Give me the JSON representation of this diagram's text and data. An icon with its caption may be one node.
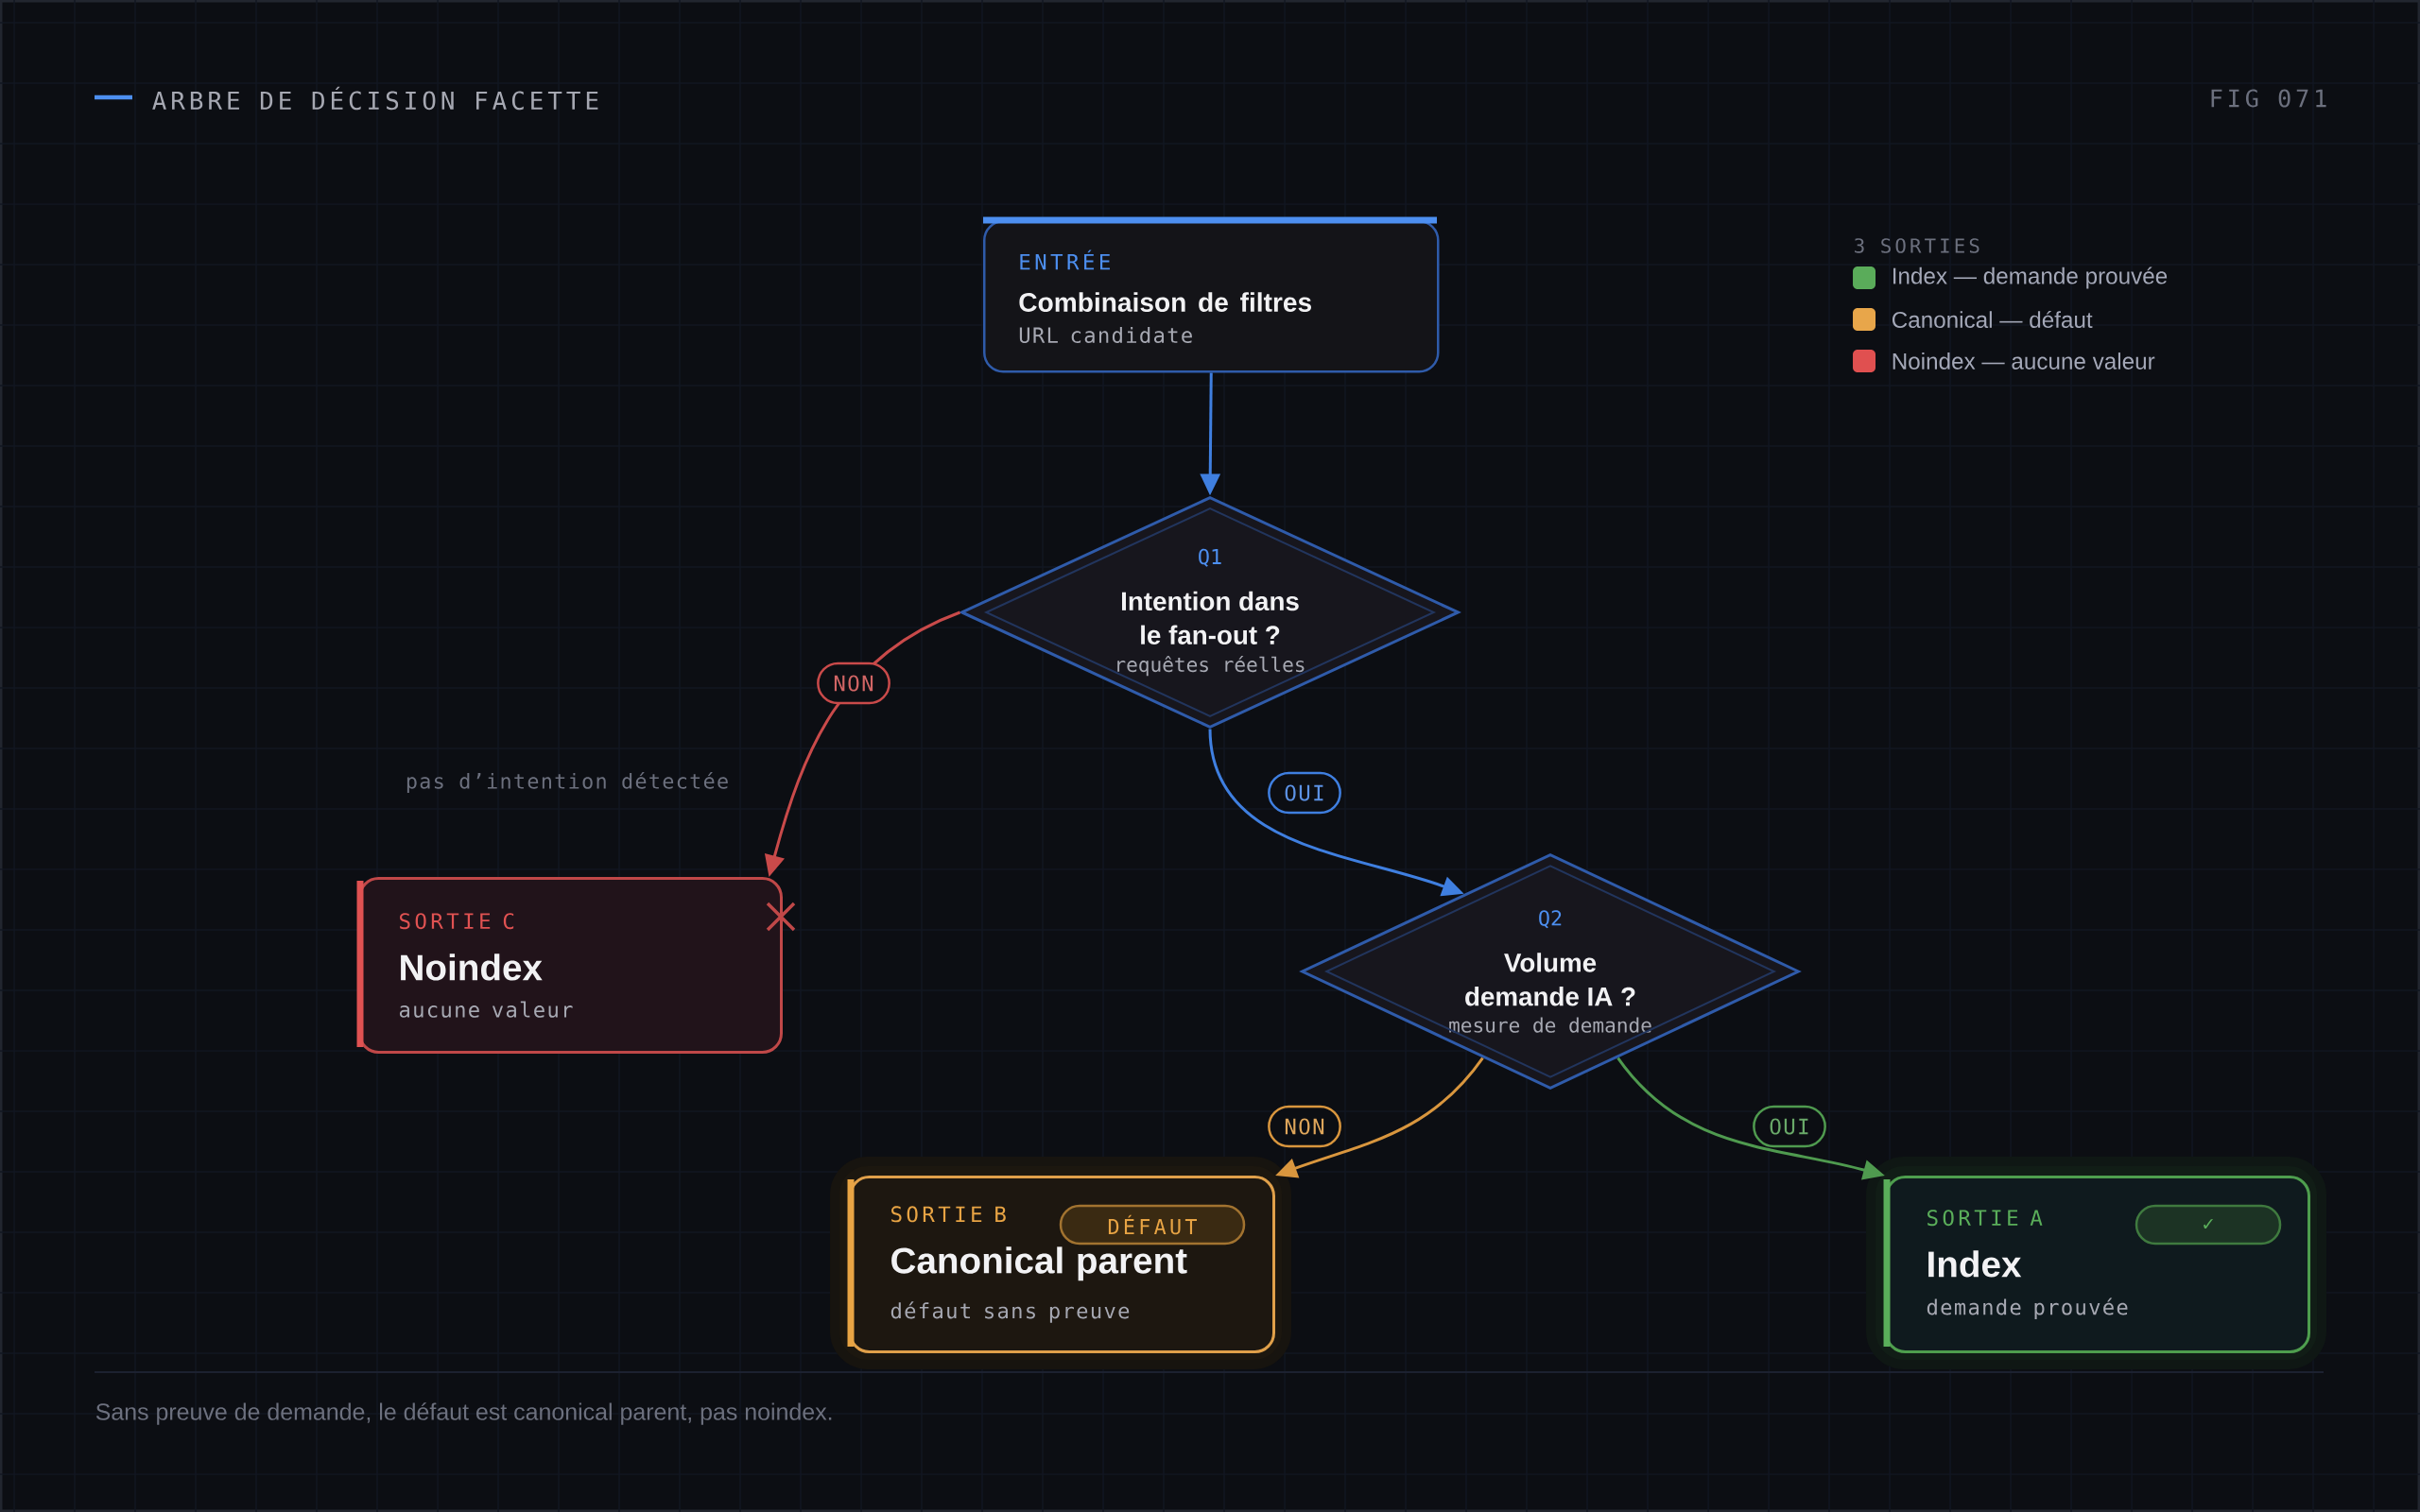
{
  "diagram": {
    "title": "ARBRE DE DÉCISION FACETTE",
    "caption": "Sans preuve de demande, le défaut est canonical parent, pas noindex.",
    "nodes": [
      {
        "text": [
          "ENTRÉE",
          "Combinaison de filtres",
          "URL candidate"
        ]
      },
      {
        "text": [
          "Q1",
          "Intention dans le fan-out ?",
          "requêtes réelles"
        ]
      },
      {
        "text": [
          "Q2",
          "Volume demande IA ?",
          "mesure de demande"
        ]
      },
      {
        "text": [
          "SORTIE C",
          "Noindex",
          "aucune valeur"
        ]
      },
      {
        "text": [
          "SORTIE B",
          "DÉFAUT",
          "Canonical parent",
          "défaut sans preuve"
        ]
      },
      {
        "text": [
          "SORTIE A",
          "✓",
          "Index",
          "demande prouvée"
        ]
      }
    ],
    "edges": [
      {
        "from": 0,
        "to": 1,
        "arrow": "to",
        "color": "#3f7fe0"
      },
      {
        "from": 1,
        "to": 3,
        "arrow": "to",
        "label": "NON",
        "color": "#c94a4a"
      },
      {
        "from": 1,
        "to": 2,
        "arrow": "to",
        "label": "OUI",
        "color": "#3f7fe0"
      },
      {
        "from": 2,
        "to": 4,
        "arrow": "to",
        "label": "NON",
        "color": "#d9963e"
      },
      {
        "from": 2,
        "to": 5,
        "arrow": "to",
        "label": "OUI",
        "color": "#4f9a4f"
      }
    ],
    "labels": [
      "FIG 071",
      "3 SORTIES",
      "pas d’intention détectée"
    ],
    "legend": [
      {
        "text": "Index — demande prouvée",
        "color": "#5aac5a"
      },
      {
        "text": "Canonical — défaut",
        "color": "#e8a64a"
      },
      {
        "text": "Noindex — aucune valeur",
        "color": "#e05050"
      }
    ]
  }
}
